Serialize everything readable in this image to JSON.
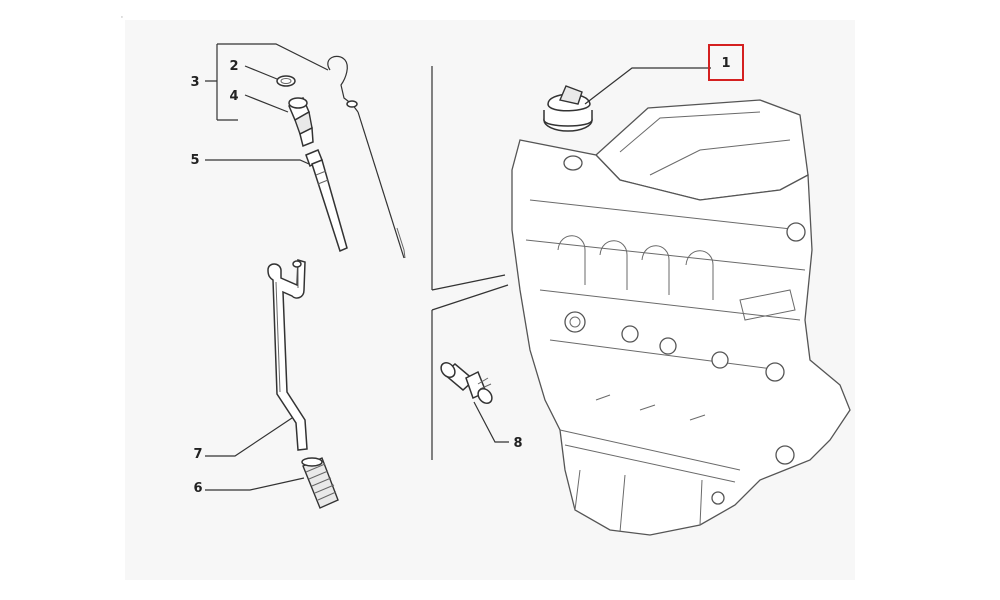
{
  "callouts": [
    {
      "id": "1",
      "highlight": true
    },
    {
      "id": "2",
      "highlight": false
    },
    {
      "id": "3",
      "highlight": false
    },
    {
      "id": "4",
      "highlight": false
    },
    {
      "id": "5",
      "highlight": false
    },
    {
      "id": "6",
      "highlight": false
    },
    {
      "id": "7",
      "highlight": false
    },
    {
      "id": "8",
      "highlight": false
    }
  ],
  "colors": {
    "highlight_box": "#d42020",
    "line": "#333333",
    "background": "#ffffff"
  }
}
